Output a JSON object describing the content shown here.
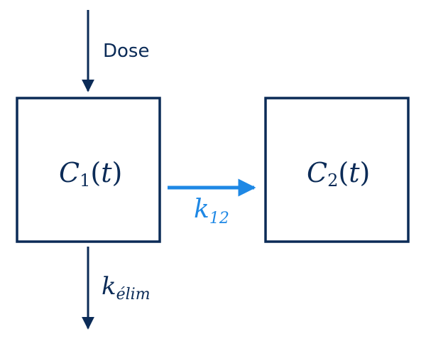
{
  "colors": {
    "primary": "#0b2b57",
    "accent": "#1e88e5",
    "background": "#ffffff"
  },
  "diagram": {
    "dose": {
      "label": "Dose"
    },
    "compartment1": {
      "var": "C",
      "sub": "1",
      "open": "(",
      "arg": "t",
      "close": ")"
    },
    "compartment2": {
      "var": "C",
      "sub": "2",
      "open": "(",
      "arg": "t",
      "close": ")"
    },
    "transfer": {
      "var": "k",
      "sub": "12"
    },
    "elimination": {
      "var": "k",
      "sub": "élim"
    }
  }
}
